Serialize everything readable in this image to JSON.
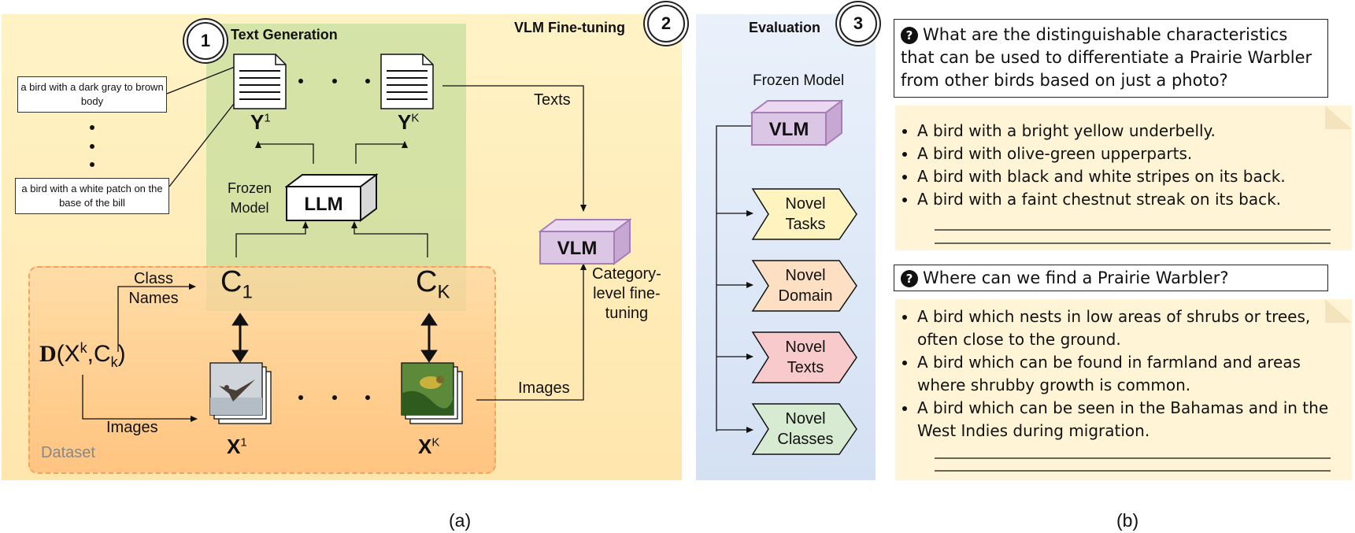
{
  "panel_a": {
    "header_text_generation": "Text Generation",
    "header_vlm_finetuning": "VLM Fine-tuning",
    "header_evaluation": "Evaluation",
    "step1": "1",
    "step2": "2",
    "step3": "3",
    "caption_top": "a bird with a dark gray to brown body",
    "caption_bottom": "a bird with a white patch on the base of the bill",
    "doc_left_label": "Y",
    "doc_left_sup": "1",
    "doc_right_label": "Y",
    "doc_right_sup": "K",
    "frozen_model_llm_line1": "Frozen",
    "frozen_model_llm_line2": "Model",
    "llm": "LLM",
    "texts_label": "Texts",
    "vlm": "VLM",
    "category_finetuning_line1": "Category-",
    "category_finetuning_line2": "level fine-",
    "category_finetuning_line3": "tuning",
    "class_names_line1": "Class",
    "class_names_line2": "Names",
    "c1_base": "C",
    "c1_sub": "1",
    "ck_base": "C",
    "ck_sub": "K",
    "dataset_d": "D",
    "dataset_x": "(X",
    "dataset_x_sup": "k",
    "dataset_c": ",C",
    "dataset_c_sub": "k",
    "dataset_close": ")",
    "images_label_left": "Images",
    "images_label_right": "Images",
    "x_left_label": "X",
    "x_left_sup": "1",
    "x_right_label": "X",
    "x_right_sup": "K",
    "dataset_label": "Dataset",
    "eval_frozen_model": "Frozen Model",
    "eval_vlm": "VLM",
    "novel_tasks": [
      "Novel",
      "Tasks"
    ],
    "novel_domain": [
      "Novel",
      "Domain"
    ],
    "novel_texts": [
      "Novel",
      "Texts"
    ],
    "novel_classes": [
      "Novel",
      "Classes"
    ],
    "sublabel": "(a)"
  },
  "panel_b": {
    "q1_icon": "?",
    "q1": "What are the distinguishable characteristics that can be used to differentiate a Prairie Warbler from other birds based on just a photo?",
    "a1": [
      "A bird with a bright yellow underbelly.",
      "A bird with olive-green upperparts.",
      "A bird with black and white stripes on its back.",
      "A bird with a faint chestnut streak on its back."
    ],
    "q2_icon": "?",
    "q2": "Where can we find a Prairie Warbler?",
    "a2": [
      "A bird which nests in low areas of shrubs or trees, often close to the ground.",
      "A bird which can be found in farmland and areas where shrubby growth is common.",
      "A bird which can be seen in the Bahamas and  in the West Indies during migration."
    ],
    "sublabel": "(b)"
  },
  "colors": {
    "vlm_face": "#dcc6e6",
    "vlm_stroke": "#a77db8",
    "novel_tasks": "#fff3c0",
    "novel_domain": "#fde0c4",
    "novel_texts": "#f8cacb",
    "novel_classes": "#d7ead2"
  }
}
